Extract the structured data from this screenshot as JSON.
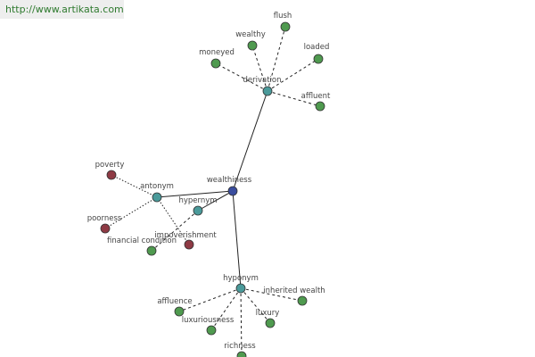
{
  "banner": {
    "url": "http://www.artikata.com"
  },
  "colors": {
    "center": "#3a4d9e",
    "relation": "#4a9a9a",
    "synonym": "#4f9a4f",
    "antonym_word": "#8e3a44"
  },
  "graph": {
    "center": {
      "id": "wealthiness",
      "label": "wealthiness",
      "kind": "center"
    },
    "relations": [
      {
        "id": "derivation",
        "label": "derivation",
        "kind": "relation"
      },
      {
        "id": "antonym",
        "label": "antonym",
        "kind": "relation"
      },
      {
        "id": "hypernym",
        "label": "hypernym",
        "kind": "relation"
      },
      {
        "id": "hyponym",
        "label": "hyponym",
        "kind": "relation"
      }
    ],
    "leaves": [
      {
        "id": "flush",
        "label": "flush",
        "kind": "synonym",
        "parent": "derivation"
      },
      {
        "id": "wealthy",
        "label": "wealthy",
        "kind": "synonym",
        "parent": "derivation"
      },
      {
        "id": "loaded",
        "label": "loaded",
        "kind": "synonym",
        "parent": "derivation"
      },
      {
        "id": "moneyed",
        "label": "moneyed",
        "kind": "synonym",
        "parent": "derivation"
      },
      {
        "id": "affluent",
        "label": "affluent",
        "kind": "synonym",
        "parent": "derivation"
      },
      {
        "id": "poverty",
        "label": "poverty",
        "kind": "antonym_word",
        "parent": "antonym"
      },
      {
        "id": "poorness",
        "label": "poorness",
        "kind": "antonym_word",
        "parent": "antonym"
      },
      {
        "id": "impoverishment",
        "label": "impoverishment",
        "kind": "antonym_word",
        "parent": "antonym"
      },
      {
        "id": "financial-condition",
        "label": "financial condition",
        "kind": "synonym",
        "parent": "hypernym"
      },
      {
        "id": "affluence",
        "label": "affluence",
        "kind": "synonym",
        "parent": "hyponym"
      },
      {
        "id": "luxuriousness",
        "label": "luxuriousness",
        "kind": "synonym",
        "parent": "hyponym"
      },
      {
        "id": "inherited-wealth",
        "label": "inherited wealth",
        "kind": "synonym",
        "parent": "hyponym"
      },
      {
        "id": "luxury",
        "label": "luxury",
        "kind": "synonym",
        "parent": "hyponym"
      },
      {
        "id": "richness",
        "label": "richness",
        "kind": "synonym",
        "parent": "hyponym"
      }
    ]
  }
}
